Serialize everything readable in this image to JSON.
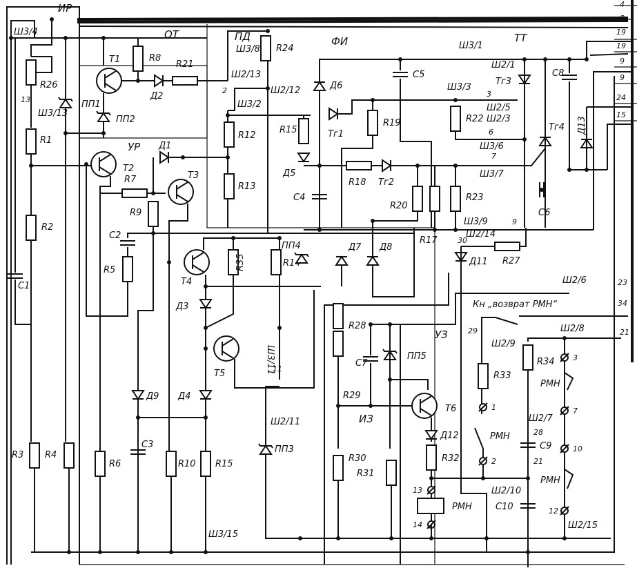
{
  "blocks": {
    "ir": "ИР",
    "ot": "ОТ",
    "ur": "УР",
    "pd": "ПД",
    "fi": "ФИ",
    "tt": "ТТ",
    "uz": "УЗ",
    "iz": "ИЗ"
  },
  "button_label": "Кн „возврат РМН“",
  "terminals": [
    "4",
    "8",
    "19",
    "19",
    "9",
    "9",
    "24",
    "15",
    "23",
    "34",
    "21"
  ],
  "connectors": {
    "sh3_4": "Ш3/4",
    "sh3_13": "Ш3/13",
    "sh3_8": "Ш3/8",
    "sh2_13": "Ш2/13",
    "sh2_12": "Ш2/12",
    "sh3_2": "Ш3/2",
    "sh3_1": "Ш3/1",
    "sh2_1": "Ш2/1",
    "sh3_3": "Ш3/3",
    "sh2_5": "Ш2/5",
    "sh2_3": "Ш2/3",
    "sh3_6": "Ш3/6",
    "sh3_7": "Ш3/7",
    "sh3_9": "Ш3/9",
    "sh2_14": "Ш2/14",
    "sh2_6": "Ш2/6",
    "sh2_8": "Ш2/8",
    "sh2_9": "Ш2/9",
    "sh2_7": "Ш2/7",
    "sh2_10": "Ш2/10",
    "sh2_15": "Ш2/15",
    "sh3_11": "Ш3/11",
    "sh2_11": "Ш2/11",
    "sh3_15": "Ш3/15"
  },
  "pins": {
    "p13a": "13",
    "p2": "2",
    "p3": "3",
    "p6": "6",
    "p7": "7",
    "p9": "9",
    "p30": "30",
    "p11": "11",
    "p29": "29",
    "p28": "28",
    "p21": "21",
    "t1": "1",
    "t2": "2",
    "t3": "3",
    "t7": "7",
    "t10": "10",
    "t12": "12",
    "t13": "13",
    "t14": "14"
  },
  "resistors": {
    "R1": "R1",
    "R2": "R2",
    "R3": "R3",
    "R4": "R4",
    "R5": "R5",
    "R6": "R6",
    "R7": "R7",
    "R8": "R8",
    "R9": "R9",
    "R10": "R10",
    "R12": "R12",
    "R13": "R13",
    "R14": "R14",
    "R15a": "R15",
    "R15b": "R15",
    "R17": "R17",
    "R18": "R18",
    "R19": "R19",
    "R20": "R20",
    "R21": "R21",
    "R22": "R22",
    "R23": "R23",
    "R24": "R24",
    "R26": "R26",
    "R27": "R27",
    "R28": "R28",
    "R29": "R29",
    "R30": "R30",
    "R31": "R31",
    "R32": "R32",
    "R33": "R33",
    "R34": "R34",
    "R35": "R35"
  },
  "capacitors": {
    "C1": "C1",
    "C2": "C2",
    "C3": "C3",
    "C4": "C4",
    "C5": "C5",
    "C6": "C6",
    "C7": "C7",
    "C8": "C8",
    "C9": "C9",
    "C10": "C10"
  },
  "transistors": {
    "T1": "T1",
    "T2": "T2",
    "T3": "T3",
    "T4": "T4",
    "T5": "T5",
    "T6": "T6"
  },
  "thyristors": {
    "Tr1": "Тг1",
    "Tr2": "Тг2",
    "Tr3": "Тг3",
    "Tr4": "Тг4"
  },
  "diodes": {
    "D1": "Д1",
    "D2": "Д2",
    "D3": "Д3",
    "D4": "Д4",
    "D5": "Д5",
    "D6": "Д6",
    "D7": "Д7",
    "D8": "Д8",
    "D9": "Д9",
    "D11": "Д11",
    "D12": "Д12",
    "D13": "Д13"
  },
  "zeners": {
    "PP1": "ПП1",
    "PP2": "ПП2",
    "PP3": "ПП3",
    "PP4": "ПП4",
    "PP5": "ПП5"
  },
  "relay": {
    "coil": "РМН",
    "contact1": "РМН",
    "contact2": "РМН",
    "contact3": "РМН"
  }
}
